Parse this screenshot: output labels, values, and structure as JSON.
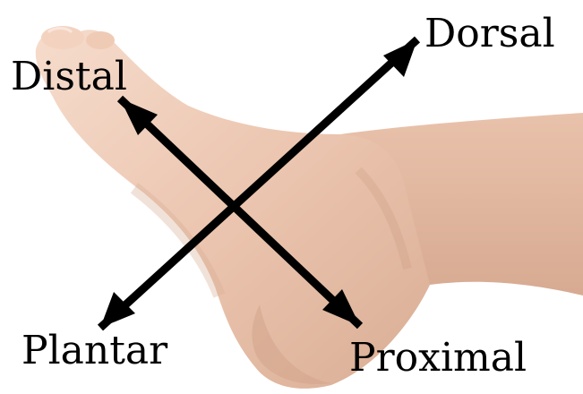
{
  "labels": {
    "dorsal": "Dorsal",
    "distal": "Distal",
    "plantar": "Plantar",
    "proximal": "Proximal"
  },
  "colors": {
    "background": "#ffffff",
    "skin_light": "#f2d4c2",
    "skin_mid": "#e2b9a1",
    "skin_shadow": "#c89a80",
    "arrow": "#000000"
  }
}
